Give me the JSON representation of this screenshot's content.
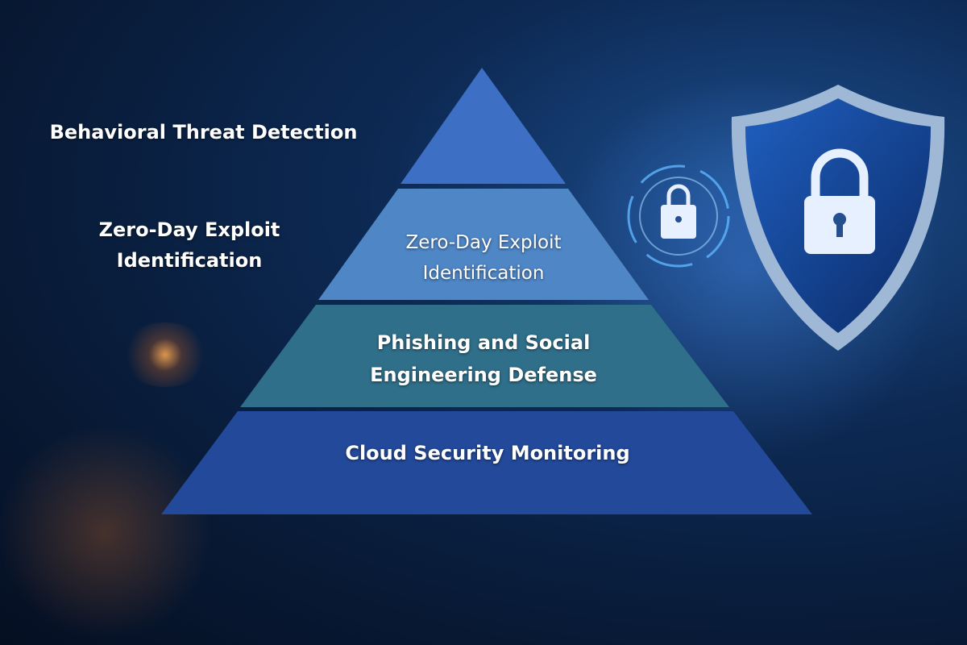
{
  "side_labels": {
    "top": "Behavioral Threat Detection",
    "second_line1": "Zero-Day Exploit",
    "second_line2": "Identification"
  },
  "pyramid": {
    "tiers": [
      {
        "line1": "",
        "line2": "",
        "color": "#3d6fc4"
      },
      {
        "line1": "Zero-Day Exploit",
        "line2": "Identification",
        "color": "#4f86c6"
      },
      {
        "line1": "Phishing and Social",
        "line2": "Engineering Defense",
        "color": "#2f6f8a"
      },
      {
        "line1": "Cloud Security Monitoring",
        "line2": "",
        "color": "#23499a"
      }
    ]
  },
  "icons": [
    "shield-icon",
    "padlock-icon",
    "small-padlock-icon"
  ],
  "colors": {
    "accent_orange": "#ff9a3c",
    "background": "#0b2146"
  }
}
